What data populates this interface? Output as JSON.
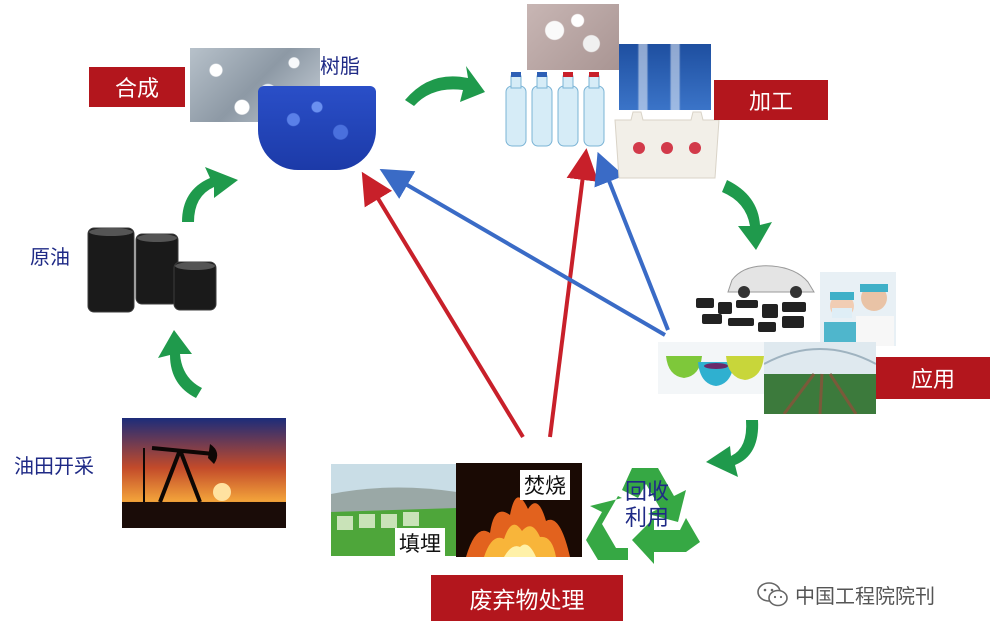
{
  "labels": {
    "synthesis": "合成",
    "resin": "树脂",
    "processing": "加工",
    "application": "应用",
    "crude_oil": "原油",
    "oilfield": "油田开采",
    "incineration": "焚烧",
    "landfill": "填埋",
    "recycling": "回收利用",
    "waste_treatment": "废弃物处理",
    "watermark": "中国工程院院刊"
  },
  "colors": {
    "red_box": "#b3161d",
    "blue_text": "#1f2a86",
    "cycle_arrow": "#1f9a4c",
    "red_arrow": "#c8202a",
    "blue_arrow": "#3a6bc6"
  },
  "icons": {
    "watermark": "wechat-icon",
    "recycle": "recycle-icon"
  }
}
